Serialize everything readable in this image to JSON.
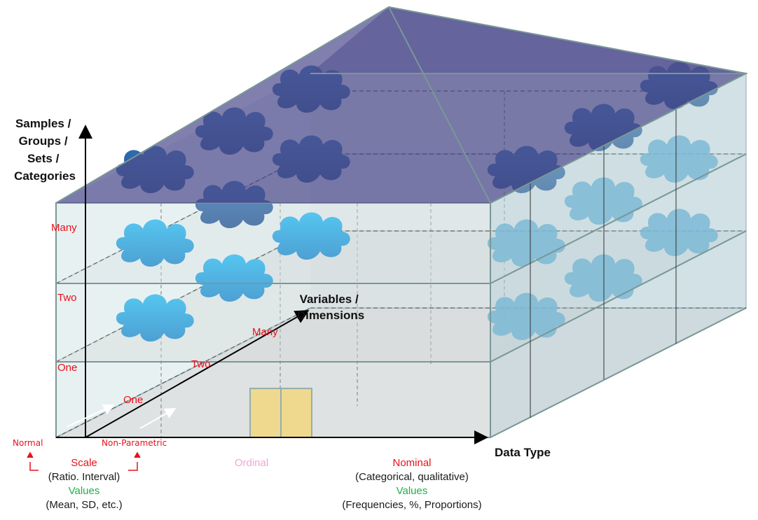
{
  "axes": {
    "vertical": {
      "title_lines": [
        "Samples /",
        "Groups /",
        "Sets /",
        "Categories"
      ],
      "ticks": [
        "Many",
        "Two",
        "One"
      ]
    },
    "depth": {
      "title_lines": [
        "Variables /",
        "Dimensions"
      ],
      "ticks": [
        "One",
        "Two",
        "Many"
      ]
    },
    "horizontal": {
      "title": "Data Type"
    }
  },
  "distribution_labels": {
    "normal": "Normal",
    "non_parametric": "Non-Parametric"
  },
  "data_types": {
    "scale": {
      "name": "Scale",
      "detail": "(Ratio. Interval)",
      "values_label": "Values",
      "values_detail": "(Mean, SD, etc.)"
    },
    "ordinal": {
      "name": "Ordinal"
    },
    "nominal": {
      "name": "Nominal",
      "detail": "(Categorical, qualitative)",
      "values_label": "Values",
      "values_detail": "(Frequencies, %, Proportions)"
    }
  },
  "colors": {
    "roof": "#4f4e8e",
    "cloud_front": "#1fa1e0",
    "cloud_back": "#2b5e9e",
    "walls": "#dde9ec",
    "door": "#f1d06d",
    "label_red": "#e8111b",
    "label_green": "#1fb14b",
    "label_pink": "#f2a6d6"
  }
}
